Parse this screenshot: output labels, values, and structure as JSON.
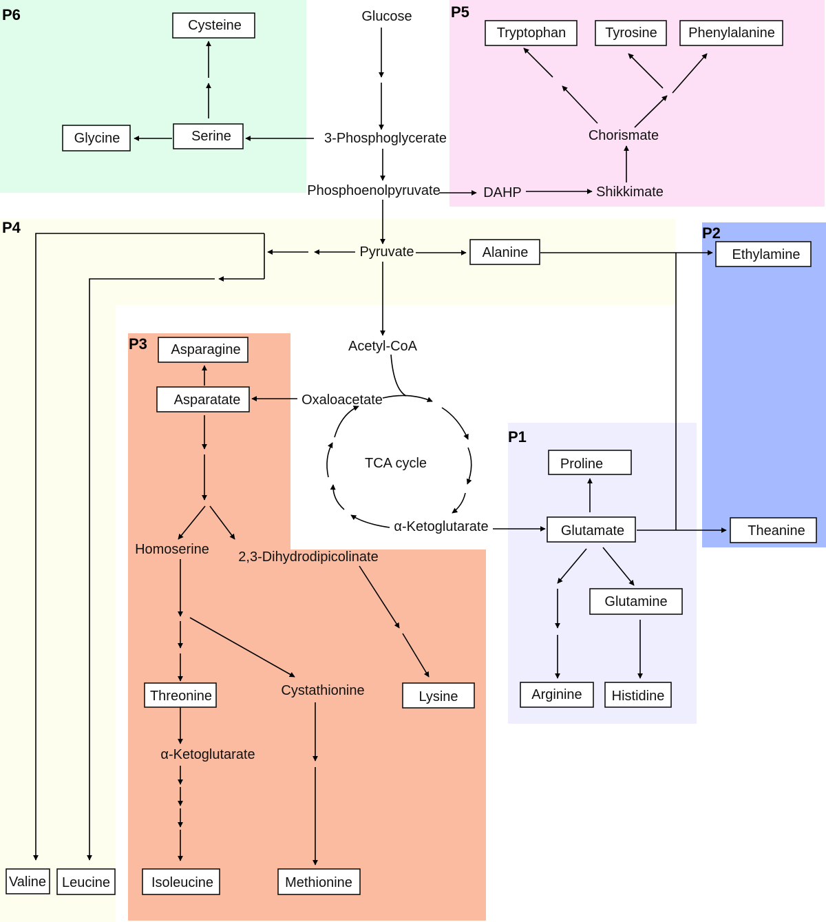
{
  "panels": {
    "P1": {
      "label": "P1",
      "color": "#eeeeff"
    },
    "P2": {
      "label": "P2",
      "color": "#a6baff"
    },
    "P3": {
      "label": "P3",
      "color": "#fbbba0"
    },
    "P4": {
      "label": "P4",
      "color": "#fdfeed"
    },
    "P5": {
      "label": "P5",
      "color": "#fee0f6"
    },
    "P6": {
      "label": "P6",
      "color": "#e0fceb"
    }
  },
  "nodes": {
    "glucose": "Glucose",
    "phosphoglycerate": "3-Phosphoglycerate",
    "pep": "Phosphoenolpyruvate",
    "dahp": "DAHP",
    "shikkimate": "Shikkimate",
    "chorismate": "Chorismate",
    "tryptophan": "Tryptophan",
    "tyrosine": "Tyrosine",
    "phenylalanine": "Phenylalanine",
    "serine": "Serine",
    "glycine": "Glycine",
    "cysteine": "Cysteine",
    "pyruvate": "Pyruvate",
    "alanine": "Alanine",
    "ethylamine": "Ethylamine",
    "acetyl_coa": "Acetyl-CoA",
    "oxaloacetate": "Oxaloacetate",
    "tca": "TCA cycle",
    "akg_tca": "α-Ketoglutarate",
    "glutamate": "Glutamate",
    "theanine": "Theanine",
    "proline": "Proline",
    "glutamine": "Glutamine",
    "arginine": "Arginine",
    "histidine": "Histidine",
    "asparagine": "Asparagine",
    "asparatate": "Asparatate",
    "homoserine": "Homoserine",
    "dihydrodipicolinate": "2,3-Dihydrodipicolinate",
    "lysine": "Lysine",
    "threonine": "Threonine",
    "cystathionine": "Cystathionine",
    "akg_p3": "α-Ketoglutarate",
    "isoleucine": "Isoleucine",
    "methionine": "Methionine",
    "valine": "Valine",
    "leucine": "Leucine"
  }
}
